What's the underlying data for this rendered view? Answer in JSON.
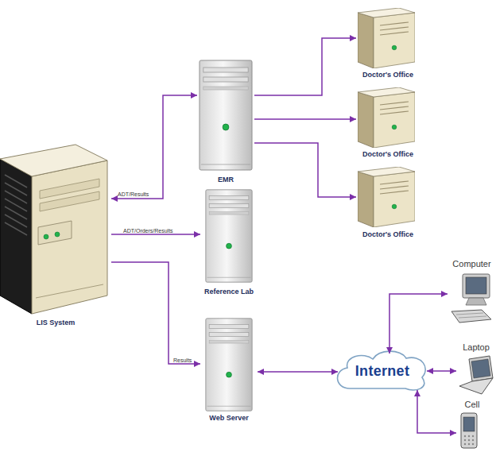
{
  "diagram": {
    "nodes": [
      {
        "text": [
          "LIS System"
        ]
      },
      {
        "text": [
          "EMR"
        ]
      },
      {
        "text": [
          "Reference Lab"
        ]
      },
      {
        "text": [
          "Web Server"
        ]
      },
      {
        "text": [
          "Doctor's Office"
        ]
      },
      {
        "text": [
          "Doctor's Office"
        ]
      },
      {
        "text": [
          "Doctor's Office"
        ]
      },
      {
        "text": [
          "Internet"
        ]
      },
      {
        "text": [
          "Computer"
        ]
      },
      {
        "text": [
          "Laptop"
        ]
      },
      {
        "text": [
          "Cell"
        ]
      }
    ],
    "edges": [
      {
        "from": 0,
        "to": 1,
        "label": "ADT/Results",
        "arrow": "both"
      },
      {
        "from": 0,
        "to": 2,
        "label": "ADT/Orders/Results",
        "arrow": "to"
      },
      {
        "from": 0,
        "to": 3,
        "label": "Results",
        "arrow": "to"
      },
      {
        "from": 1,
        "to": 4,
        "arrow": "to"
      },
      {
        "from": 1,
        "to": 5,
        "arrow": "to"
      },
      {
        "from": 1,
        "to": 6,
        "arrow": "to"
      },
      {
        "from": 3,
        "to": 7,
        "arrow": "both"
      },
      {
        "from": 7,
        "to": 8,
        "arrow": "both"
      },
      {
        "from": 7,
        "to": 9,
        "arrow": "both"
      },
      {
        "from": 7,
        "to": 10,
        "arrow": "both"
      }
    ]
  }
}
